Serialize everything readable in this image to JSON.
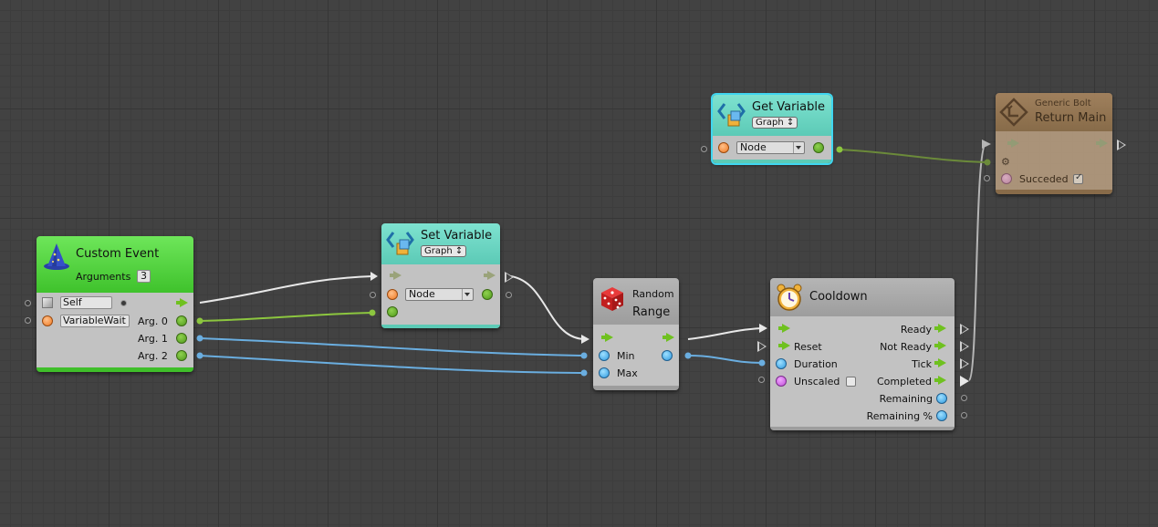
{
  "nodes": {
    "custom_event": {
      "title": "Custom Event",
      "arguments_label": "Arguments",
      "arguments_count": "3",
      "target_value": "Self",
      "name_value": "VariableWait",
      "outputs": [
        "Arg. 0",
        "Arg. 1",
        "Arg. 2"
      ]
    },
    "set_variable": {
      "title": "Set Variable",
      "kind": "Graph ↕",
      "name_value": "Node"
    },
    "get_variable": {
      "title": "Get Variable",
      "kind": "Graph ↕",
      "name_value": "Node"
    },
    "random_range": {
      "title_line1": "Random",
      "title_line2": "Range",
      "inputs": [
        "Min",
        "Max"
      ]
    },
    "cooldown": {
      "title": "Cooldown",
      "inputs": [
        "Reset",
        "Duration",
        "Unscaled"
      ],
      "outputs": [
        "Ready",
        "Not Ready",
        "Tick",
        "Completed",
        "Remaining",
        "Remaining %"
      ]
    },
    "return_main": {
      "subtitle": "Generic Bolt",
      "title": "Return Main",
      "succeeded_label": "Succeded"
    }
  },
  "colors": {
    "control_port": "#6fc11f",
    "wire_control": "#e8e8e8",
    "wire_value_green": "#8cc63f",
    "wire_value_blue": "#6aaee0",
    "custom_event_header": "#4fc73a",
    "variable_header": "#66d2bd",
    "return_main_header": "#9c7b53"
  },
  "icons": {
    "custom_event": "wizard-hat-icon",
    "set_variable": "variable-icon",
    "get_variable": "variable-icon",
    "random_range": "dice-icon",
    "cooldown": "alarm-clock-icon",
    "return_main": "return-arrow-icon",
    "self_target": "cube-icon"
  }
}
